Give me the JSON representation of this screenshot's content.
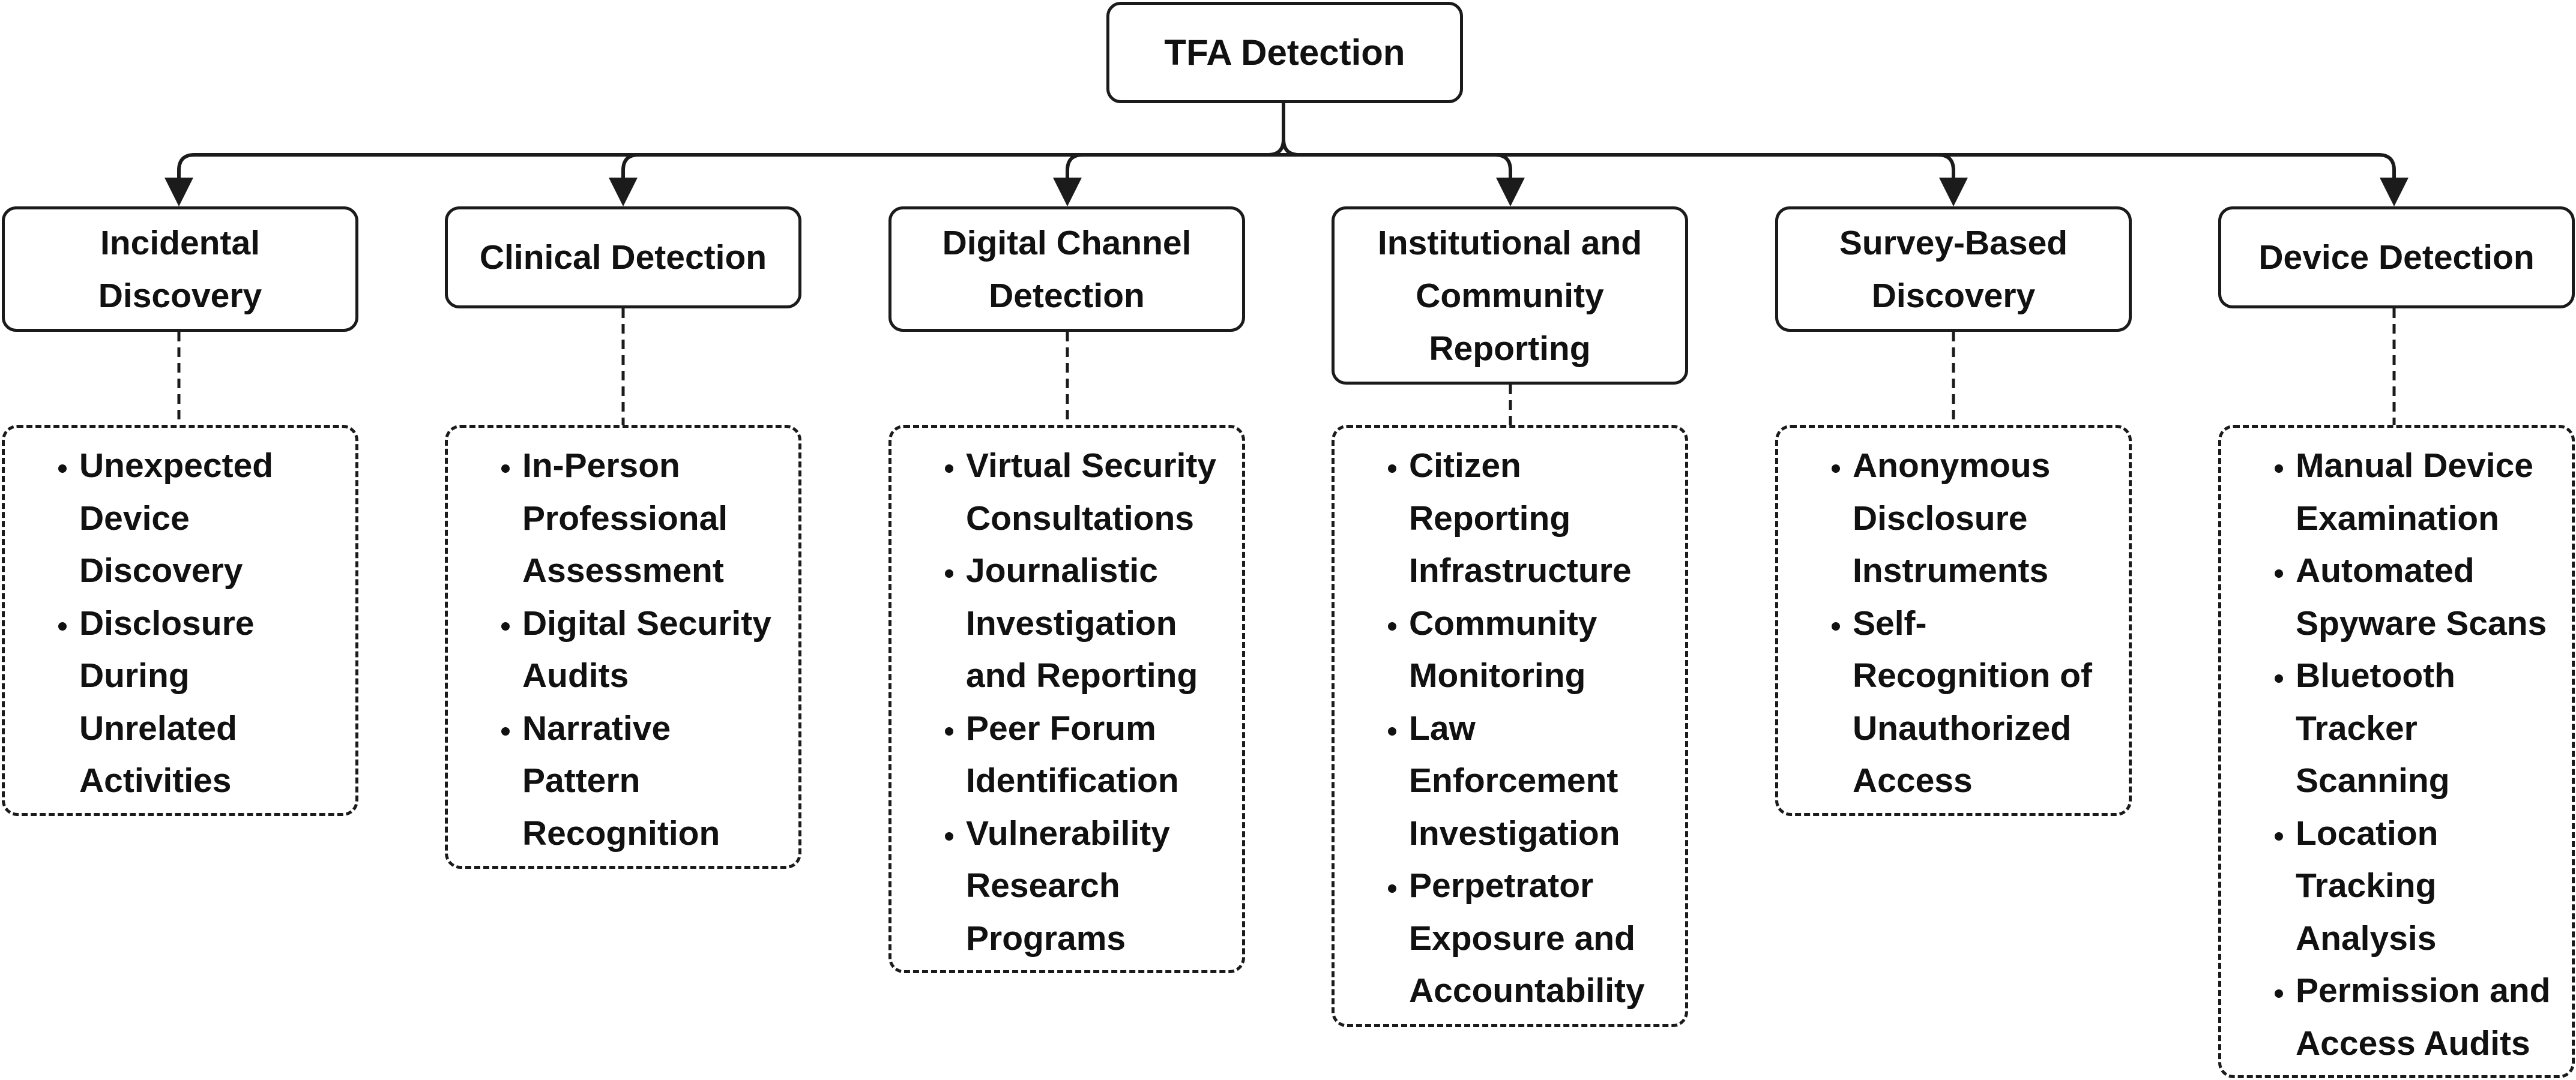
{
  "root": {
    "label": "TFA Detection"
  },
  "categories": [
    {
      "title": "Incidental Discovery",
      "items": [
        "Unexpected Device Discovery",
        "Disclosure During Unrelated Activities"
      ]
    },
    {
      "title": "Clinical Detection",
      "items": [
        "In-Person Professional Assessment",
        "Digital Security Audits",
        "Narrative Pattern Recognition"
      ]
    },
    {
      "title": "Digital Channel Detection",
      "items": [
        "Virtual Security Consultations",
        "Journalistic Investigation and Reporting",
        "Peer Forum Identification",
        "Vulnerability Research Programs"
      ]
    },
    {
      "title": "Institutional and Community Reporting",
      "items": [
        "Citizen Reporting Infrastructure",
        "Community Monitoring",
        "Law Enforcement Investigation",
        "Perpetrator Exposure and Accountability"
      ]
    },
    {
      "title": "Survey-Based Discovery",
      "items": [
        "Anonymous Disclosure Instruments",
        "Self-Recognition of Unauthorized Access"
      ]
    },
    {
      "title": "Device Detection",
      "items": [
        "Manual Device Examination",
        "Automated Spyware Scans",
        "Bluetooth Tracker Scanning",
        "Location Tracking Analysis",
        "Permission and Access Audits"
      ]
    }
  ]
}
